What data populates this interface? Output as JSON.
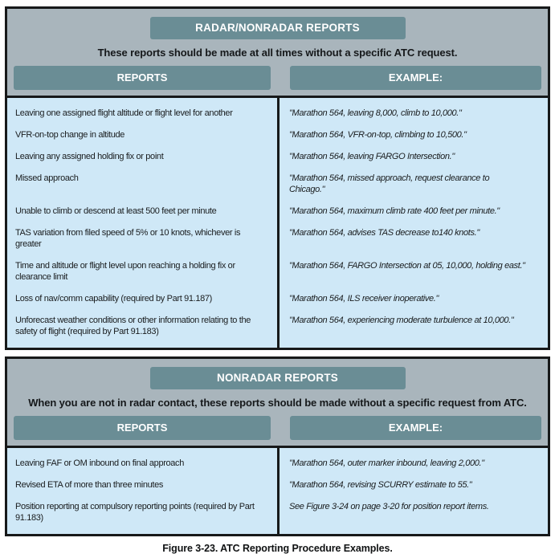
{
  "caption": "Figure 3-23. ATC Reporting Procedure Examples.",
  "colors": {
    "header_band": "#a9b5bc",
    "teal_box": "#6a8d95",
    "body_blue": "#cfe8f7",
    "border": "#17191a",
    "box_text": "#ffffff",
    "text": "#191c1e"
  },
  "radar_table": {
    "title": "RADAR/NONRADAR REPORTS",
    "subtitle": "These reports should be made at all times without a specific ATC request.",
    "columns": {
      "reports": "REPORTS",
      "example": "EXAMPLE:"
    },
    "rows": [
      {
        "report": "Leaving one assigned flight altitude or flight level for another",
        "example": "\"Marathon 564, leaving 8,000, climb to 10,000.\""
      },
      {
        "report": "VFR-on-top change in altitude",
        "example": "\"Marathon 564, VFR-on-top, climbing to 10,500.\""
      },
      {
        "report": "Leaving any assigned holding fix or point",
        "example": "\"Marathon 564, leaving FARGO Intersection.\""
      },
      {
        "report": "Missed approach",
        "example": "\"Marathon 564, missed approach, request clearance to Chicago.\""
      },
      {
        "report": "Unable to climb or descend at least 500 feet per minute",
        "example": "\"Marathon 564, maximum climb rate 400 feet per minute.\""
      },
      {
        "report": "TAS variation from filed speed of 5% or 10 knots, whichever is greater",
        "example": "\"Marathon 564, advises TAS decrease to140 knots.\""
      },
      {
        "report": "Time and altitude or flight level upon reaching a holding fix or clearance limit",
        "example": "\"Marathon 564, FARGO Intersection at 05, 10,000, holding east.\""
      },
      {
        "report": "Loss of nav/comm capability (required by Part 91.187)",
        "example": "\"Marathon 564, ILS receiver inoperative.\""
      },
      {
        "report": "Unforecast weather conditions or other information relating to the safety of flight (required by Part 91.183)",
        "example": "\"Marathon 564, experiencing moderate turbulence at 10,000.\""
      }
    ]
  },
  "nonradar_table": {
    "title": "NONRADAR REPORTS",
    "subtitle": "When you are not in radar contact, these reports should be made without a specific request from ATC.",
    "columns": {
      "reports": "REPORTS",
      "example": "EXAMPLE:"
    },
    "rows": [
      {
        "report": "Leaving FAF or OM inbound on final approach",
        "example": "\"Marathon 564, outer marker inbound, leaving 2,000.\""
      },
      {
        "report": "Revised ETA of more than three minutes",
        "example": "\"Marathon 564, revising SCURRY estimate to 55.\""
      },
      {
        "report": "Position reporting at compulsory reporting points (required by Part 91.183)",
        "example": "See Figure 3-24 on page 3-20 for position report items."
      }
    ]
  }
}
